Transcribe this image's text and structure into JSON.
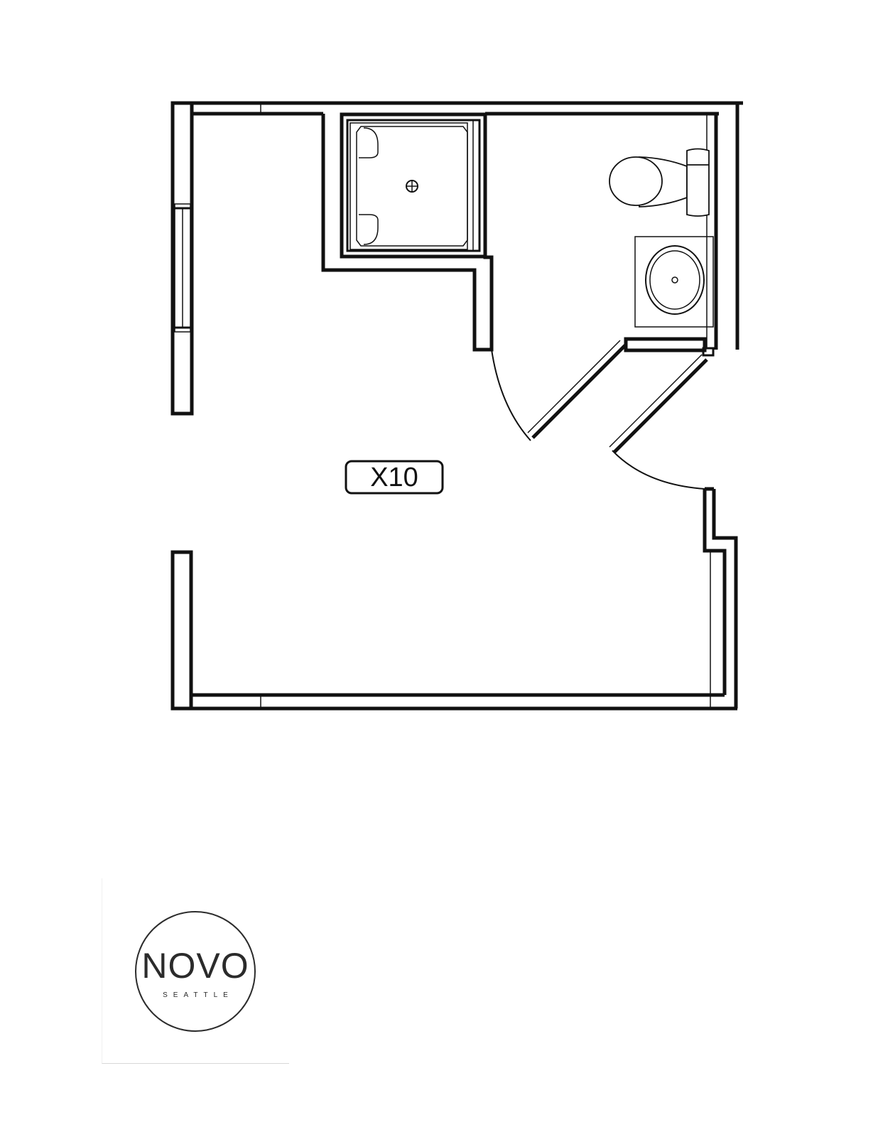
{
  "plan": {
    "unit_label": "X10"
  },
  "logo": {
    "main_text": "NOVO",
    "sub_text": "SEATTLE"
  },
  "colors": {
    "line": "#111111",
    "background": "#ffffff",
    "logo_ink": "#2b2b2b"
  }
}
